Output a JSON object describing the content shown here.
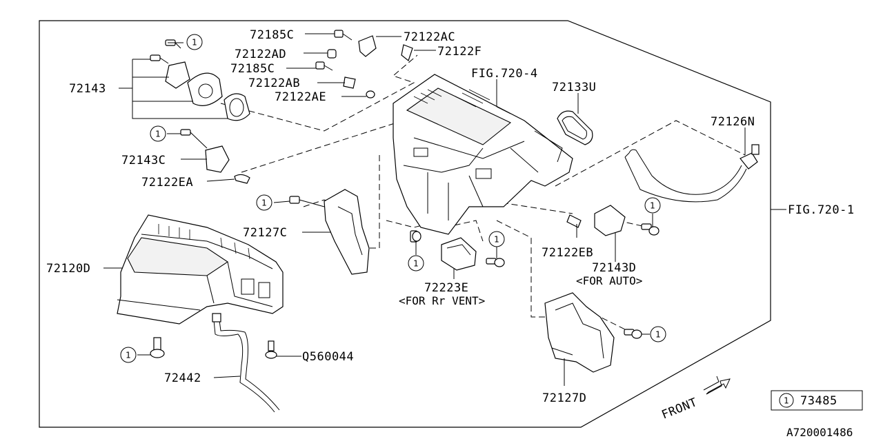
{
  "labels": {
    "p72185c_a": "72185C",
    "p72122ac": "72122AC",
    "p72122ad": "72122AD",
    "p72122f": "72122F",
    "p72185c_b": "72185C",
    "fig7204": "FIG.720-4",
    "p72133u": "72133U",
    "p72122ab": "72122AB",
    "p72143": "72143",
    "p72122ae": "72122AE",
    "p72126n": "72126N",
    "p72143c": "72143C",
    "p72122ea": "72122EA",
    "fig7201": "FIG.720-1",
    "p72127c": "72127C",
    "p72120d": "72120D",
    "p72122eb": "72122EB",
    "p72143d": "72143D",
    "for_auto": "<FOR AUTO>",
    "p72223e": "72223E",
    "for_rr_vent": "<FOR Rr VENT>",
    "q560044": "Q560044",
    "p72442": "72442",
    "p72127d": "72127D",
    "front": "FRONT",
    "legend_num": "73485",
    "doc_code": "A720001486"
  },
  "callout_marker": "1"
}
